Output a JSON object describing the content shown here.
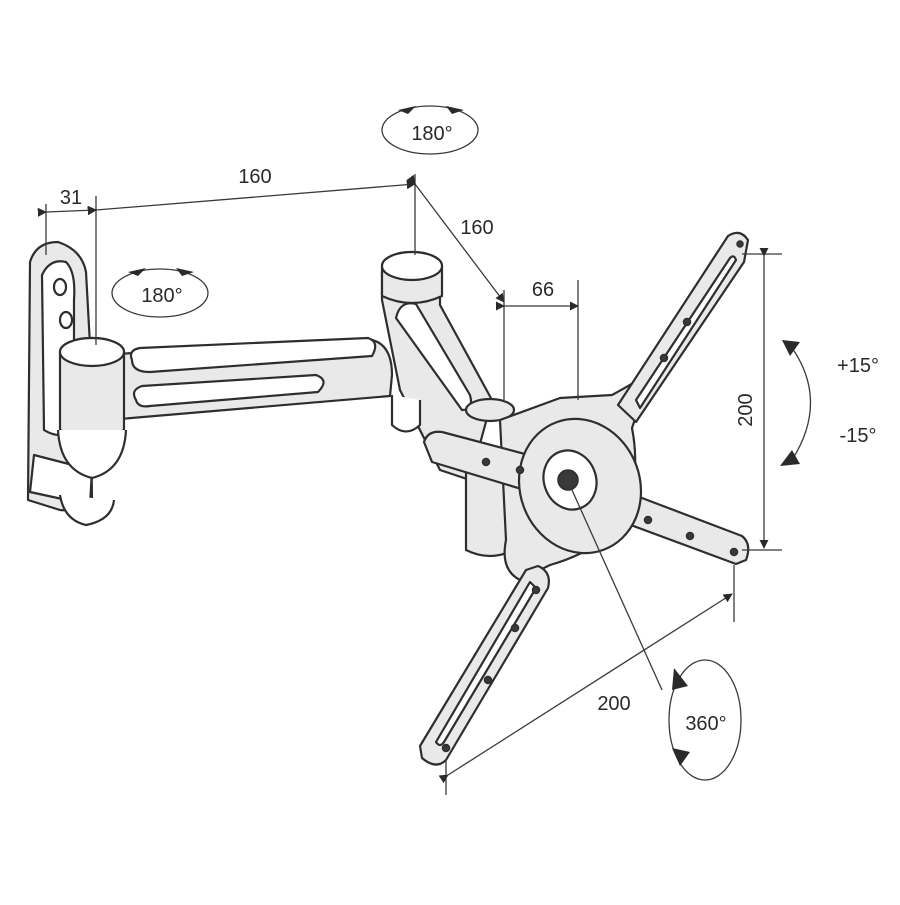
{
  "dimensions": {
    "wall_plate_depth": "31",
    "first_arm_length": "160",
    "second_arm_length": "160",
    "head_offset": "66",
    "vesa_vertical": "200",
    "vesa_horizontal": "200"
  },
  "rotations": {
    "wall_swivel": "180°",
    "arm_swivel": "180°",
    "tilt_up": "+15°",
    "tilt_down": "-15°",
    "plate_rotation": "360°"
  }
}
